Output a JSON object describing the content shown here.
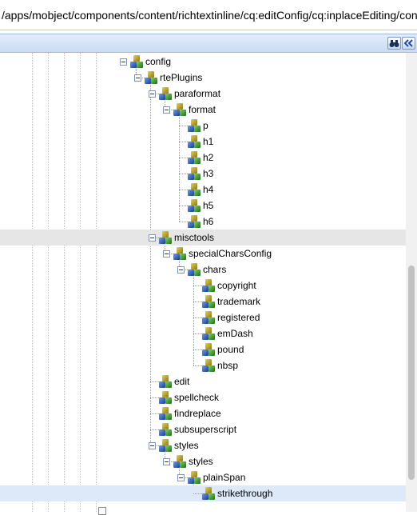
{
  "path": "/apps/mobject/components/content/richtextinline/cq:editConfig/cq:inplaceEditing/config",
  "toolbar": {
    "find_icon": "binoculars-icon",
    "collapse_icon": "double-chevron-left-icon"
  },
  "colors": {
    "toolbar_bg": "#c9dcf3",
    "selected_row": "#dde9f8",
    "hover_row": "#e6e6e6",
    "guide_line": "#e7b2b2"
  },
  "tree": {
    "nodes": [
      {
        "label": "config",
        "depth": 0,
        "expanded": true
      },
      {
        "label": "rtePlugins",
        "depth": 1,
        "expanded": true
      },
      {
        "label": "paraformat",
        "depth": 2,
        "expanded": true
      },
      {
        "label": "format",
        "depth": 3,
        "expanded": true
      },
      {
        "label": "p",
        "depth": 4
      },
      {
        "label": "h1",
        "depth": 4
      },
      {
        "label": "h2",
        "depth": 4
      },
      {
        "label": "h3",
        "depth": 4
      },
      {
        "label": "h4",
        "depth": 4
      },
      {
        "label": "h5",
        "depth": 4
      },
      {
        "label": "h6",
        "depth": 4
      },
      {
        "label": "misctools",
        "depth": 2,
        "expanded": true,
        "hover": true
      },
      {
        "label": "specialCharsConfig",
        "depth": 3,
        "expanded": true
      },
      {
        "label": "chars",
        "depth": 4,
        "expanded": true
      },
      {
        "label": "copyright",
        "depth": 5
      },
      {
        "label": "trademark",
        "depth": 5
      },
      {
        "label": "registered",
        "depth": 5
      },
      {
        "label": "emDash",
        "depth": 5
      },
      {
        "label": "pound",
        "depth": 5
      },
      {
        "label": "nbsp",
        "depth": 5
      },
      {
        "label": "edit",
        "depth": 2
      },
      {
        "label": "spellcheck",
        "depth": 2
      },
      {
        "label": "findreplace",
        "depth": 2
      },
      {
        "label": "subsuperscript",
        "depth": 2
      },
      {
        "label": "styles",
        "depth": 2,
        "expanded": true
      },
      {
        "label": "styles",
        "depth": 3,
        "expanded": true
      },
      {
        "label": "plainSpan",
        "depth": 4,
        "expanded": true
      },
      {
        "label": "strikethrough",
        "depth": 5,
        "selected": true
      }
    ]
  }
}
